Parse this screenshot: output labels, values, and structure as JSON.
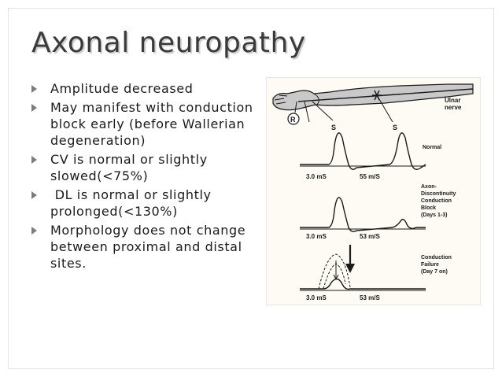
{
  "slide": {
    "title": "Axonal neuropathy",
    "bullets": [
      "Amplitude decreased",
      "May manifest with conduction block early (before Wallerian degeneration)",
      "CV is normal or slightly slowed(<75%)",
      " DL is normal or slightly prolonged(<130%)",
      "Morphology does not change between proximal and distal sites."
    ]
  },
  "figure": {
    "nerve_label_1": "Ulnar",
    "nerve_label_2": "nerve",
    "recording_label": "R",
    "stim_label_1": "S",
    "stim_label_2": "S",
    "traces": [
      {
        "condition_lines": [
          "Normal"
        ],
        "latency": "3.0 mS",
        "velocity": "55 m/S"
      },
      {
        "condition_lines": [
          "Axon-",
          "Discontinuity",
          "Conduction",
          "Block",
          "(Days 1-3)"
        ],
        "latency": "3.0 mS",
        "velocity": "53 m/S"
      },
      {
        "condition_lines": [
          "Conduction",
          "Failure",
          "(Day 7 on)"
        ],
        "latency": "3.0 mS",
        "velocity": "53 m/S"
      }
    ]
  }
}
